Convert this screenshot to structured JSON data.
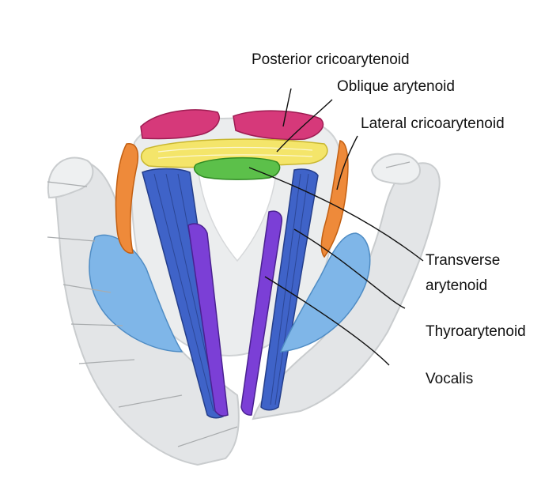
{
  "diagram": {
    "labels": {
      "posterior_cricoarytenoid": "Posterior cricoarytenoid",
      "oblique_arytenoid": "Oblique arytenoid",
      "lateral_cricoarytenoid": "Lateral cricoarytenoid",
      "transverse_arytenoid_line1": "Transverse",
      "transverse_arytenoid_line2": "arytenoid",
      "thyroarytenoid": "Thyroarytenoid",
      "vocalis": "Vocalis"
    },
    "colors": {
      "posterior_cricoarytenoid": "#d6397a",
      "oblique_arytenoid": "#f4e56a",
      "lateral_cricoarytenoid": "#ee8a3a",
      "transverse_arytenoid": "#5cc04a",
      "thyroarytenoid": "#3f63c8",
      "vocalis": "#7b3fd6",
      "thyroid_cartilage_blue": "#7fb6e8",
      "cartilage": "#e6e8ea"
    }
  }
}
